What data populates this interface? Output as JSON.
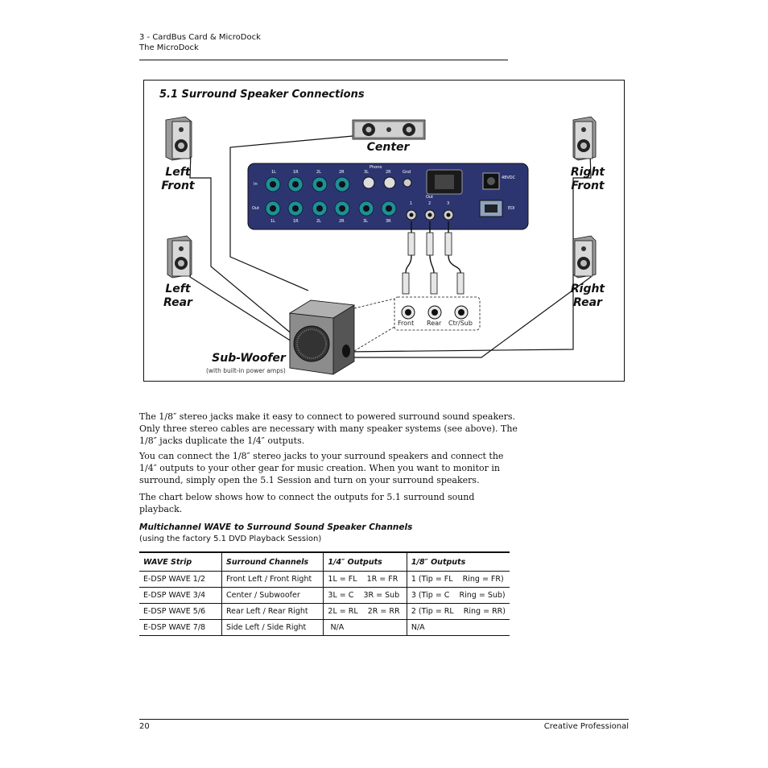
{
  "header": {
    "chapter": "3 - CardBus Card & MicroDock",
    "section": "The MicroDock"
  },
  "figure": {
    "title": "5.1 Surround Speaker Connections",
    "speakers": {
      "left_front": [
        "Left",
        "Front"
      ],
      "right_front": [
        "Right",
        "Front"
      ],
      "left_rear": [
        "Left",
        "Rear"
      ],
      "right_rear": [
        "Right",
        "Rear"
      ],
      "center": "Center",
      "subwoofer": "Sub-Woofer",
      "subwoofer_note": "(with built-in power amps)"
    },
    "sub_inputs": [
      "Front",
      "Rear",
      "Ctr/Sub"
    ],
    "dock": {
      "row_in": "In",
      "row_out": "Out",
      "top_labels": [
        "1L",
        "1R",
        "2L",
        "2R",
        "3L",
        "2R"
      ],
      "bottom_labels": [
        "1L",
        "1R",
        "2L",
        "2R",
        "3L",
        "3R"
      ],
      "phono": "Phono",
      "gnd": "Gnd",
      "out_label": "Out",
      "out_numbers": [
        "1",
        "2",
        "3"
      ],
      "power": "48VDC",
      "edi": "EDI"
    }
  },
  "paragraphs": [
    "The 1/8″ stereo jacks make it easy to connect to powered surround sound speakers. Only three stereo cables are necessary with many speaker systems (see above). The 1/8″ jacks duplicate the 1/4″ outputs.",
    "You can connect the 1/8″ stereo jacks to your surround speakers and connect the 1/4″ outputs to your other gear for music creation. When you want to monitor in surround, simply open the 5.1 Session and turn on your surround speakers.",
    "The chart below shows how to connect the outputs for 5.1 surround sound playback."
  ],
  "table": {
    "title": "Multichannel WAVE to Surround Sound Speaker Channels",
    "subtitle": "(using the factory 5.1 DVD Playback Session)",
    "headers": [
      "WAVE Strip",
      "Surround Channels",
      "1/4″ Outputs",
      "1/8″ Outputs"
    ],
    "rows": [
      [
        "E-DSP WAVE 1/2",
        "Front Left / Front Right",
        "1L = FL    1R = FR",
        "1 (Tip = FL    Ring = FR)"
      ],
      [
        "E-DSP WAVE 3/4",
        "Center / Subwoofer",
        "3L = C    3R = Sub",
        "3 (Tip = C    Ring = Sub)"
      ],
      [
        "E-DSP WAVE 5/6",
        "Rear Left / Rear Right",
        "2L = RL    2R = RR",
        "2 (Tip = RL    Ring = RR)"
      ],
      [
        "E-DSP WAVE 7/8",
        "Side Left / Side Right",
        " N/A",
        "N/A"
      ]
    ]
  },
  "footer": {
    "page_number": "20",
    "brand": "Creative Professional"
  },
  "colors": {
    "dock_panel": "#2c3570",
    "jack_ring": "#1f8f9a",
    "speaker_body": "#9a9a9a"
  }
}
